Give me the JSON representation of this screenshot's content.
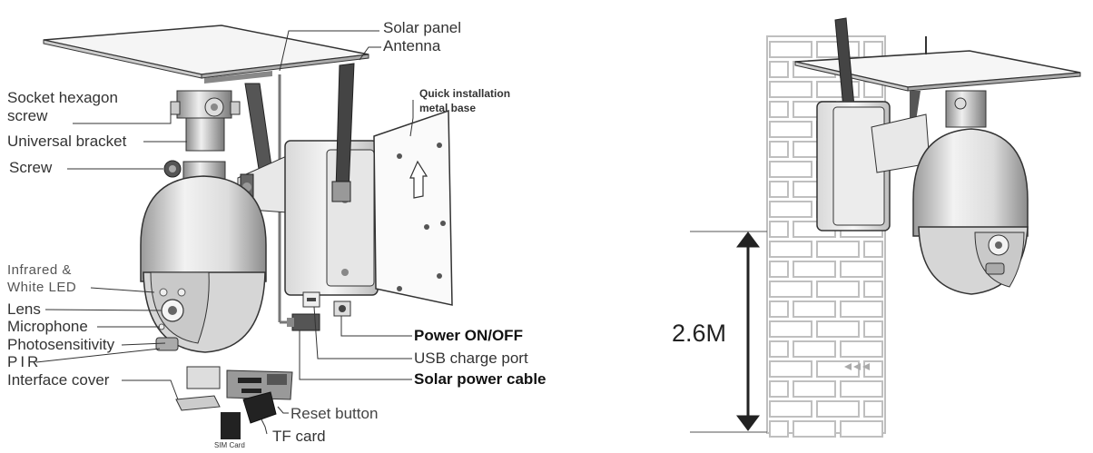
{
  "labels": {
    "solar_panel": "Solar panel",
    "antenna": "Antenna",
    "quick_base_line1": "Quick installation",
    "quick_base_line2": "metal base",
    "socket_screw_line1": "Socket hexagon",
    "socket_screw_line2": "screw",
    "universal_bracket": "Universal bracket",
    "screw": "Screw",
    "ir_led_line1": "Infrared &",
    "ir_led_line2": "White LED",
    "lens": "Lens",
    "microphone": "Microphone",
    "photosensitivity": "Photosensitivity",
    "pir": "PIR",
    "interface_cover": "Interface cover",
    "power_onoff": "Power ON/OFF",
    "usb_port": "USB charge port",
    "solar_cable": "Solar power cable",
    "reset_button": "Reset button",
    "tf_card": "TF card",
    "sim_card": "SIM Card",
    "height": "2.6M"
  },
  "colors": {
    "line": "#333333",
    "wall": "#bfbfbf",
    "panel": "#f4f4f4"
  }
}
